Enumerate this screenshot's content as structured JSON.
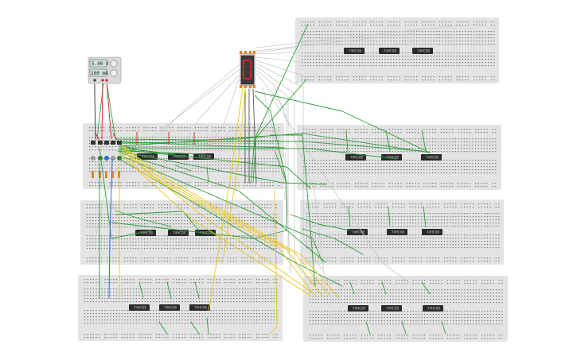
{
  "power_supply": {
    "voltage": "5.00 V",
    "current": "100 mA"
  },
  "chip_label": "74HC08",
  "colors": {
    "breadboard": "#e3e3e3",
    "hole": "#707070",
    "chip": "#2b2b2b",
    "wire_green": "#2f9e3a",
    "wire_yellow": "#e8c81a",
    "wire_gray": "#c9c9c9",
    "wire_red": "#d02020",
    "wire_blue": "#2a6fd6",
    "segment_on": "#e0212f"
  },
  "breadboard_count": 7,
  "chips_per_board": 3
}
